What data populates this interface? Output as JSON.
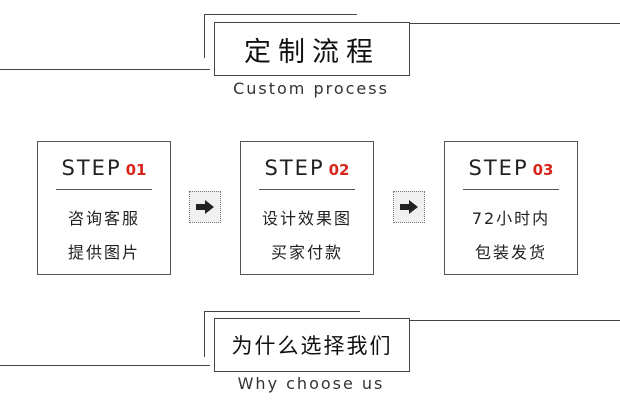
{
  "header": {
    "title": "定制流程",
    "subtitle": "Custom process"
  },
  "steps": [
    {
      "word": "STEP",
      "num": "01",
      "line1": "咨询客服",
      "line2": "提供图片"
    },
    {
      "word": "STEP",
      "num": "02",
      "line1": "设计效果图",
      "line2": "买家付款"
    },
    {
      "word": "STEP",
      "num": "03",
      "line1": "72小时内",
      "line2": "包装发货"
    }
  ],
  "arrows": [
    "arrow-right-icon",
    "arrow-right-icon"
  ],
  "footer": {
    "title": "为什么选择我们",
    "subtitle": "Why choose us"
  },
  "colors": {
    "accent": "#d9261c",
    "line": "#444444",
    "arrow_bg": "#f0f0f0"
  }
}
